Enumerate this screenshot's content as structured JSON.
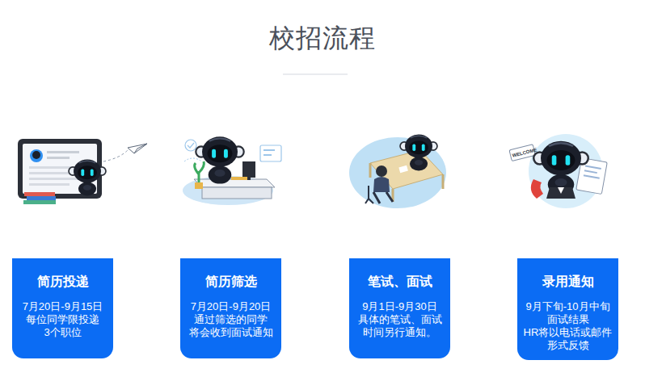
{
  "diagram": {
    "title": "校招流程",
    "nodes": [
      {
        "text": [
          "简历投递",
          "7月20日-9月15日 每位同学限投递 3个职位"
        ]
      },
      {
        "text": [
          "简历筛选",
          "7月20日-9月20日 通过筛选的同学 将会收到面试通知"
        ]
      },
      {
        "text": [
          "笔试、面试",
          "9月1日-9月30日 具体的笔试、面试 时间另行通知。"
        ]
      },
      {
        "text": [
          "录用通知",
          "9月下旬-10月中旬 面试结果 HR将以电话或邮件 形式反馈"
        ]
      }
    ],
    "labels": [
      "WELCOME"
    ]
  }
}
